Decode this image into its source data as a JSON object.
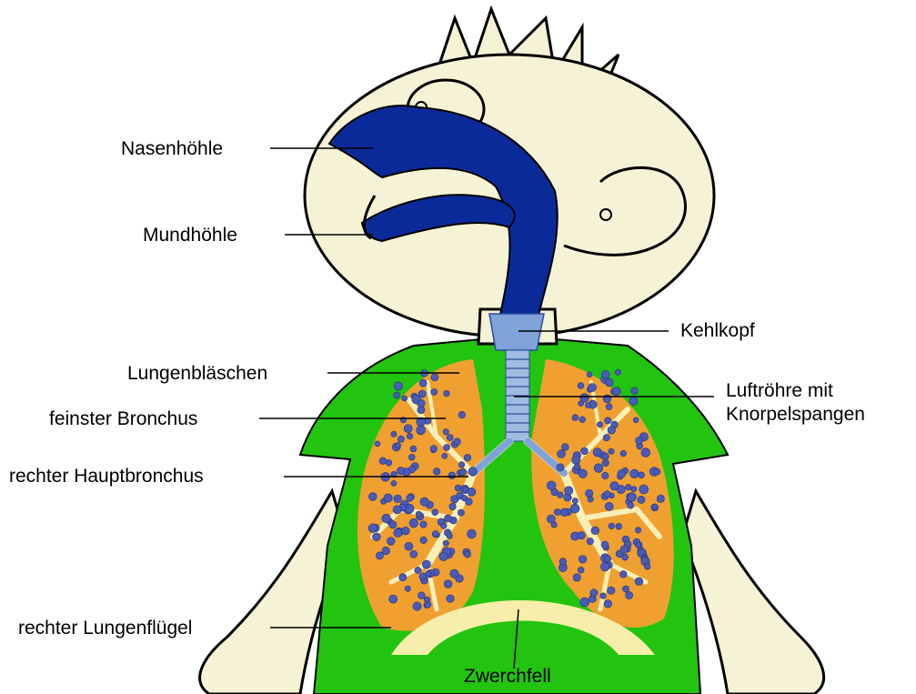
{
  "labels": {
    "nasenhoehle": "Nasenhöhle",
    "mundhoehle": "Mundhöhle",
    "kehlkopf": "Kehlkopf",
    "lungenblaeschen": "Lungenbläschen",
    "luftroehre_1": "Luftröhre mit",
    "luftroehre_2": "Knorpelspangen",
    "feinster_bronchus": "feinster Bronchus",
    "hauptbronchus": "rechter Hauptbronchus",
    "lungenfluegel": "rechter Lungenflügel",
    "zwerchfell": "Zwerchfell"
  },
  "colors": {
    "skin": "#f6f2d6",
    "outline": "#000000",
    "cavity": "#0b2a9a",
    "shirt": "#22c40f",
    "lung": "#f0a030",
    "bronchi": "#f8efb8",
    "alveoli": "#4a5bb8",
    "diaphragm": "#f6eeaa",
    "trachea": "#7fa3d8"
  }
}
